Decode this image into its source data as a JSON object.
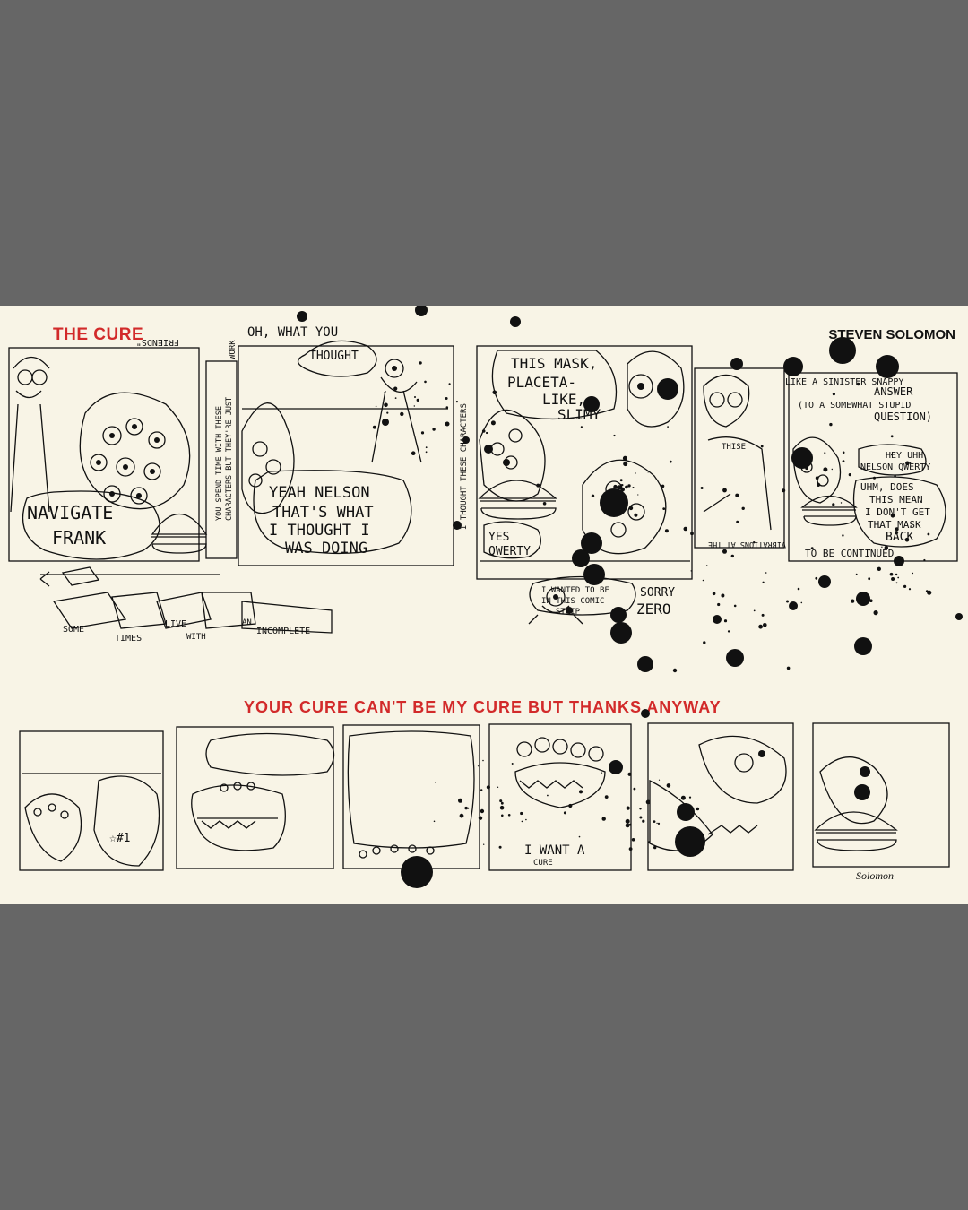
{
  "comic": {
    "title": "THE CURE",
    "author": "STEVEN SOLOMON",
    "subtitle": "YOUR CURE CAN'T BE MY CURE BUT THANKS ANYWAY",
    "signature": "Solomon",
    "text_color_accent": "#d22a2a",
    "background": "#f8f4e6",
    "letterbox": "#666666"
  },
  "dialogue": {
    "navigate": [
      "NAVIGATE",
      "FRANK"
    ],
    "side_caption": [
      "YOU SPEND TIME WITH THESE",
      "CHARACTERS BUT THEY'RE JUST"
    ],
    "side_caption_2": "WORK",
    "friends": "FRIENDS\"",
    "oh_what": "OH, WHAT YOU",
    "thought": "THOUGHT",
    "yeah": [
      "YEAH NELSON",
      "THAT'S WHAT",
      "I THOUGHT I",
      "WAS DOING"
    ],
    "mask": [
      "THIS MASK,",
      "PLACETA-",
      "LIKE,",
      "SLIMY"
    ],
    "yes_qwerty": [
      "YES",
      "QWERTY"
    ],
    "thought_group": "I THOUGHT THESE CHARACTERS",
    "snappy": [
      "LIKE A SINISTER SNAPPY",
      "ANSWER",
      "(TO A SOMEWHAT STUPID",
      "QUESTION)"
    ],
    "hey": [
      "HEY UHH",
      "NELSON QWERTY"
    ],
    "uhm": [
      "UHM, DOES",
      "THIS MEAN",
      "I DON'T GET",
      "THAT MASK",
      "BACK"
    ],
    "continued": "TO BE CONTINUED",
    "vibrations": "VIBRATIONS AT THE",
    "wanted": [
      "I WANTED TO BE",
      "IN THIS COMIC",
      "STRIP"
    ],
    "sorry": [
      "SORRY",
      "ZERO"
    ],
    "sometimes": [
      "SOME",
      "TIMES",
      "LIVE",
      "WITH",
      "AN",
      "INCOMPLETE"
    ],
    "star_mark": "☆#1",
    "want_cure": [
      "I WANT A",
      "CURE"
    ]
  }
}
